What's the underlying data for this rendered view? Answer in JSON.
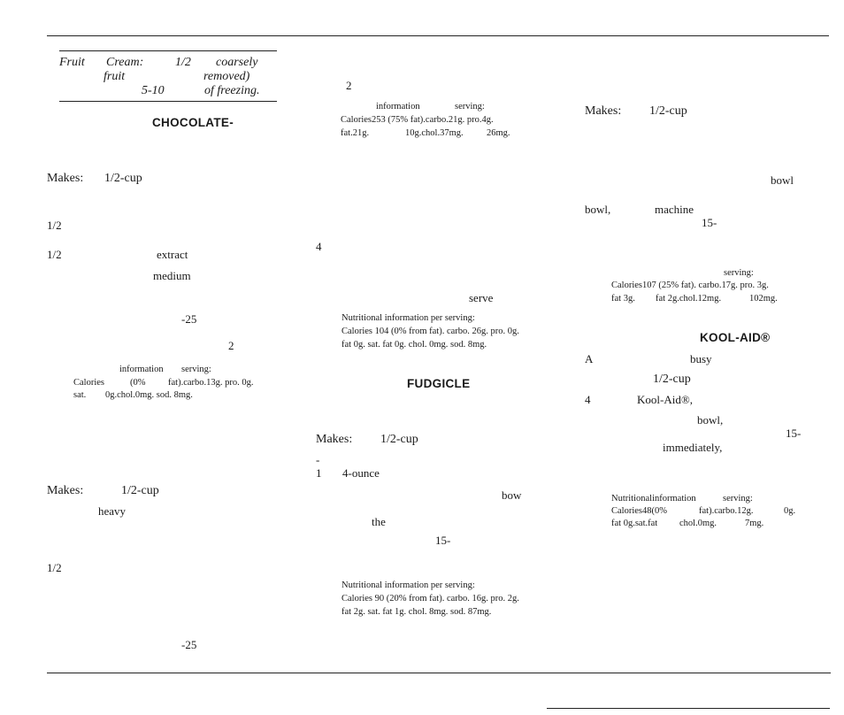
{
  "fruit_note": {
    "line1": [
      "Fruit",
      "Cream:",
      "1/2",
      "coarsely"
    ],
    "line2": [
      "fruit",
      "removed)"
    ],
    "line3": [
      "5-10",
      "of freezing."
    ]
  },
  "col1": {
    "chocolate_heading": "CHOCOLATE-",
    "makes_label": "Makes:",
    "makes_qty": "1/2-cup",
    "frac_a": "1/2",
    "frac_b": "1/2",
    "extract": "extract",
    "medium": "medium",
    "minus25_a": "-25",
    "two": "2",
    "nutrition1": {
      "line1": [
        "information",
        "serving:"
      ],
      "line2": [
        "Calories",
        "(0%",
        "fat).carbo.13g. pro. 0g."
      ],
      "line3": [
        "sat.",
        "0g.chol.0mg. sod. 8mg."
      ]
    },
    "makes2_label": "Makes:",
    "makes2_qty": "1/2-cup",
    "heavy": "heavy",
    "frac_c": "1/2",
    "minus25_b": "-25"
  },
  "col2": {
    "two": "2",
    "nutrition_a": {
      "line1": [
        "information",
        "serving:"
      ],
      "line2": "Calories253 (75%        fat).carbo.21g. pro.4g.",
      "line3": [
        "fat.21g.",
        "10g.chol.37mg.",
        "26mg."
      ]
    },
    "four": "4",
    "serve": "serve",
    "nutrition_b": {
      "line1": "Nutritional information per serving:",
      "line2": "Calories 104 (0% from fat). carbo. 26g. pro. 0g.",
      "line3": "fat 0g. sat. fat 0g. chol. 0mg. sod. 8mg."
    },
    "fudgicle_heading": "FUDGICLE",
    "makes_label": "Makes:",
    "makes_qty": "1/2-cup",
    "dash": "-",
    "one": "1",
    "four_ounce": "4-ounce",
    "bow": "bow",
    "the": "the",
    "fifteen": "15-",
    "nutrition_c": {
      "line1": "Nutritional information per serving:",
      "line2": "Calories 90 (20% from fat). carbo. 16g. pro. 2g.",
      "line3": "fat 2g.  sat. fat 1g. chol. 8mg. sod. 87mg."
    }
  },
  "col3": {
    "makes_label": "Makes:",
    "makes_qty": "1/2-cup",
    "bowl_a": "bowl",
    "bowl_b": "bowl,",
    "machine": "machine",
    "fifteen_a": "15-",
    "nutrition_a": {
      "line1": "serving:",
      "line2": "Calories107 (25%        fat). carbo.17g. pro. 3g.",
      "line3": [
        "fat 3g.",
        "fat 2g.chol.12mg.",
        "102mg."
      ]
    },
    "koolaid_heading": "KOOL-AID®",
    "a": "A",
    "busy": "busy",
    "qty": "1/2-cup",
    "four": "4",
    "koolaid": "Kool-Aid®,",
    "bowl_c": "bowl,",
    "fifteen_b": "15-",
    "immediately": "immediately,",
    "nutrition_b": {
      "line1": [
        "Nutritionalinformation",
        "serving:"
      ],
      "line2": [
        "Calories48(0%",
        "fat).carbo.12g.",
        "0g."
      ],
      "line3": [
        "fat 0g.sat.fat",
        "chol.0mg.",
        "7mg."
      ]
    }
  }
}
